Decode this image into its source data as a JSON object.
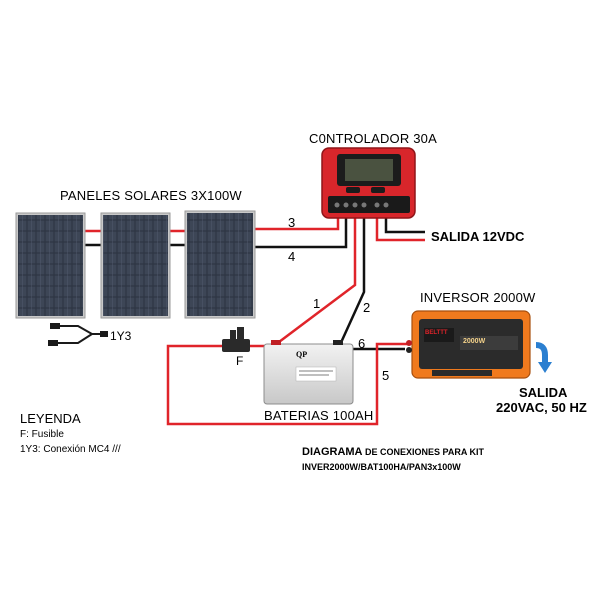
{
  "labels": {
    "panels_title": "PANELES SOLARES 3X100W",
    "controller_title": "C0NTROLADOR 30A",
    "inverter_title": "INVERSOR 2000W",
    "battery_title": "BATERIAS 100AH",
    "output_dc": "SALIDA  12VDC",
    "output_ac_line1": "SALIDA",
    "output_ac_line2": "220VAC, 50 HZ",
    "connector_label": "1Y3",
    "fuse_label": "F",
    "legend_title": "LEYENDA",
    "legend_fuse": "F: Fusible",
    "legend_mc4": "1Y3: Conexión MC4  ///",
    "diagram_title_bold": "DIAGRAMA",
    "diagram_title_rest": " DE CONEXIONES PARA KIT",
    "diagram_subtitle": "INVER2000W/BAT100HA/PAN3x100W",
    "battery_brand": "QP",
    "inverter_brand": "BELTTT",
    "inverter_model": "2000W"
  },
  "wire_numbers": [
    "1",
    "2",
    "3",
    "4",
    "5",
    "6"
  ],
  "colors": {
    "wire_positive": "#e0242a",
    "wire_negative": "#111111",
    "controller_body": "#d8262b",
    "inverter_body": "#f07a1e",
    "output_arrow": "#2b7fd0"
  }
}
